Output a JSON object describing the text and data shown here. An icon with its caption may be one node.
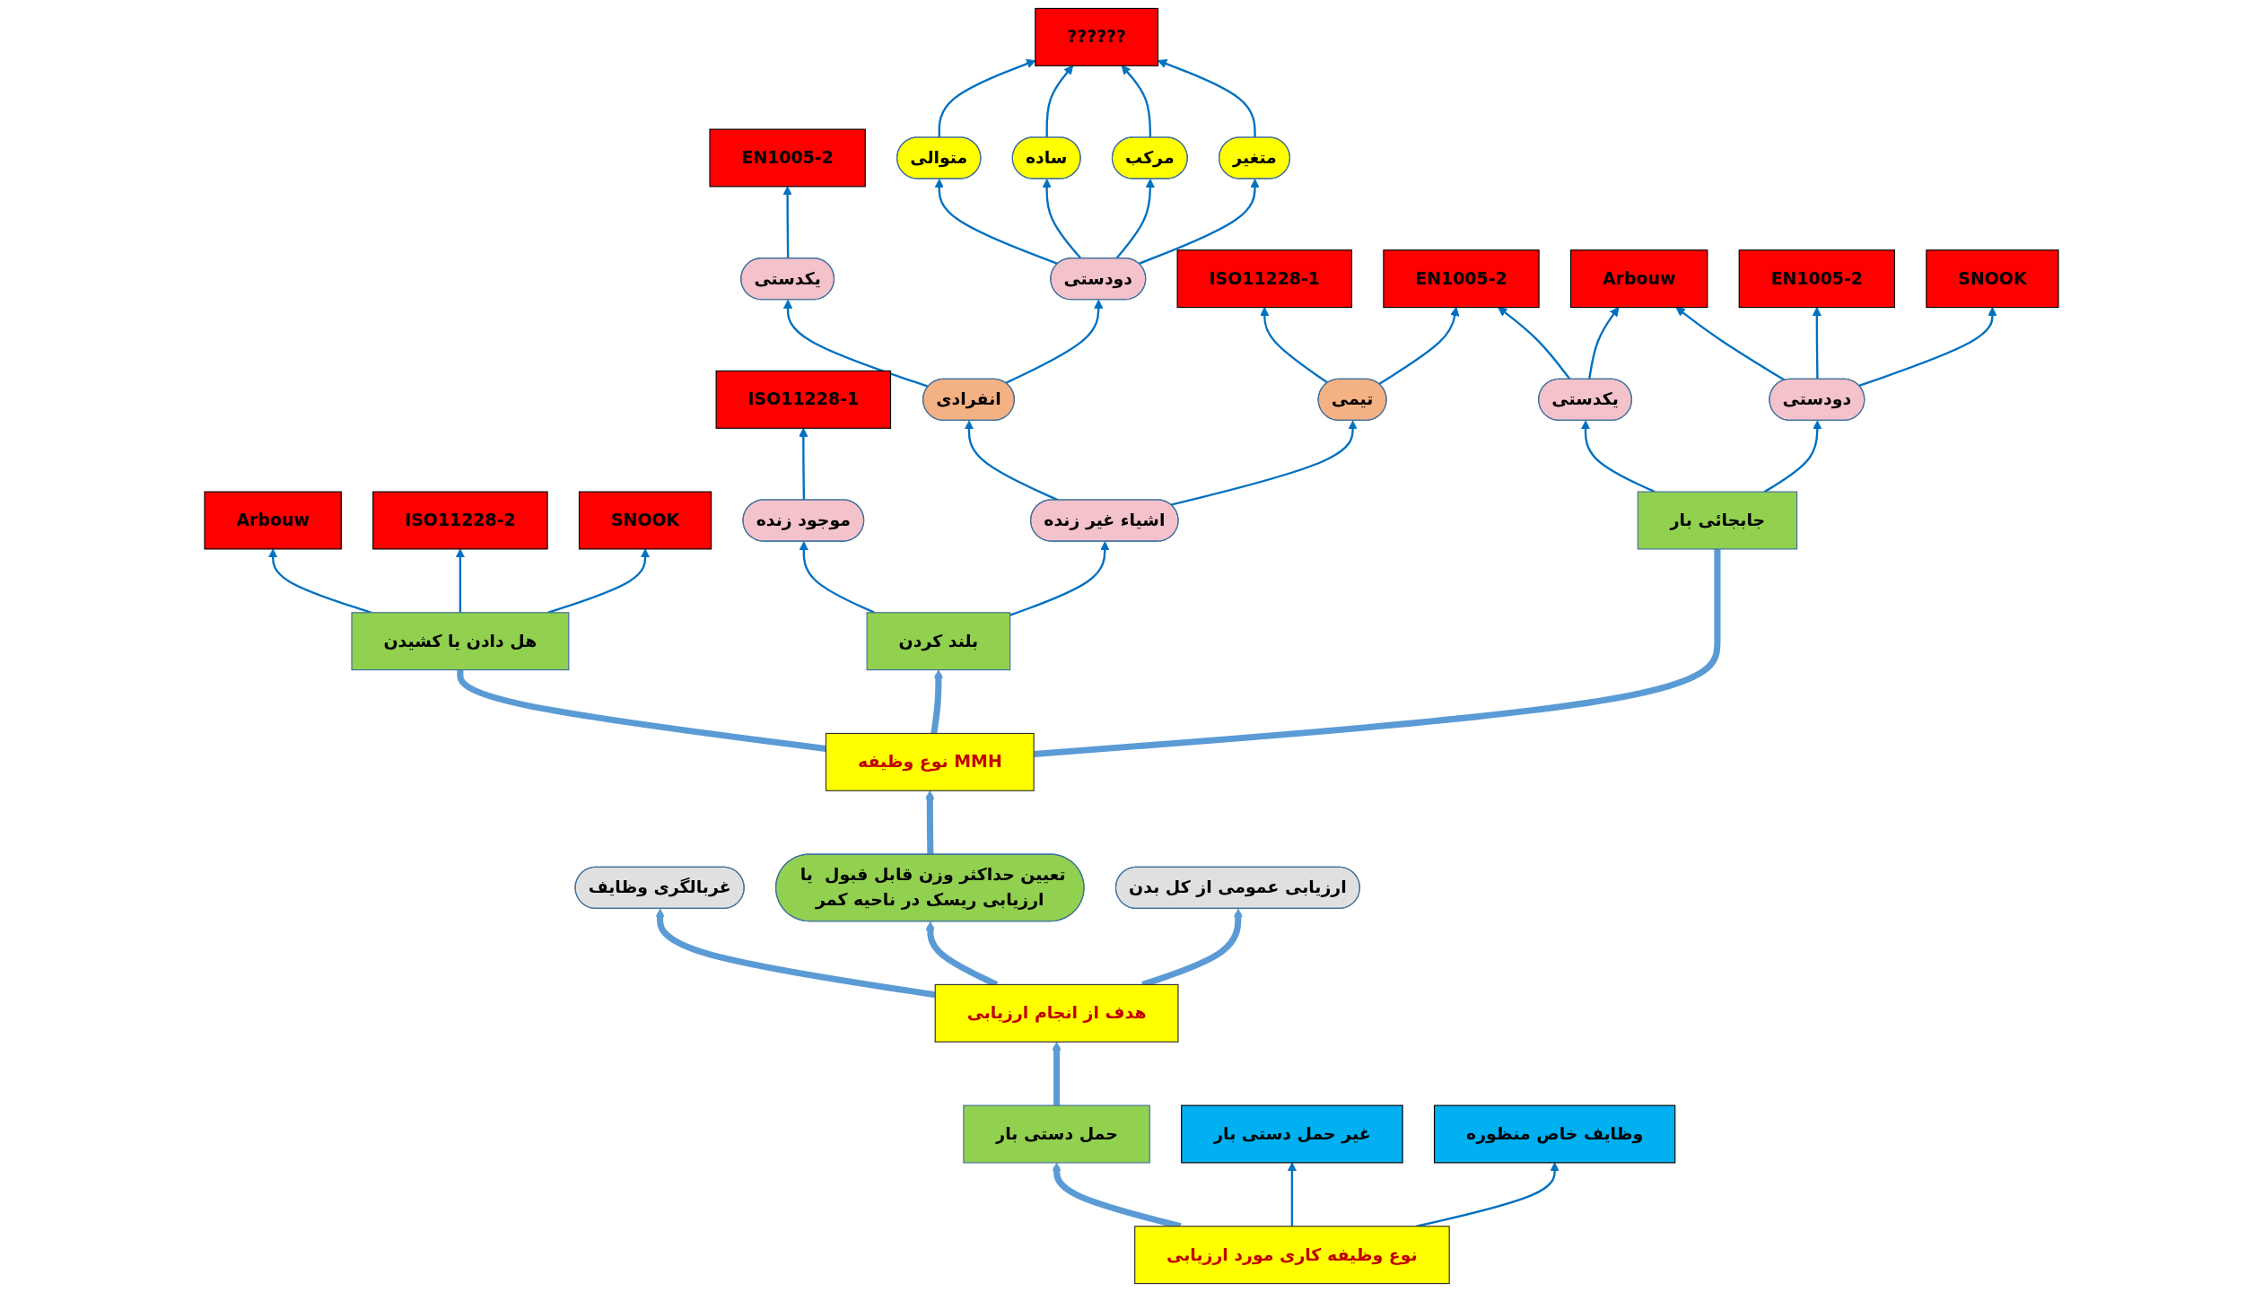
{
  "diagram": {
    "nodes": [
      {
        "text": [
          "نوع وظیفه کاری مورد ارزیابی"
        ]
      },
      {
        "text": [
          "غیر حمل دستی بار"
        ]
      },
      {
        "text": [
          "حمل دستی بار"
        ]
      },
      {
        "text": [
          "وظایف خاص منظوره"
        ]
      },
      {
        "text": [
          "هدف از انجام ارزیابی"
        ]
      },
      {
        "text": [
          "غربالگری وظایف"
        ]
      },
      {
        "text": [
          "تعیین حداکثر وزن قابل قبول  یا ارزیابی ریسک در ناحیه کمر"
        ]
      },
      {
        "text": [
          "ارزیابی عمومی از کل بدن"
        ]
      },
      {
        "text": [
          "نوع وظیفه  MMH"
        ]
      },
      {
        "text": [
          "هل دادن یا کشیدن"
        ]
      },
      {
        "text": [
          "بلند کردن"
        ]
      },
      {
        "text": [
          "جابجائی بار"
        ]
      },
      {
        "text": [
          "موجود زنده"
        ]
      },
      {
        "text": [
          "اشیاء غیر زنده"
        ]
      },
      {
        "text": [
          "انفرادی"
        ]
      },
      {
        "text": [
          "تیمی"
        ]
      },
      {
        "text": [
          "یکدستی"
        ]
      },
      {
        "text": [
          "دودستی"
        ]
      },
      {
        "text": [
          "یکدستی"
        ]
      },
      {
        "text": [
          "دودستی"
        ]
      },
      {
        "text": [
          "متوالی"
        ]
      },
      {
        "text": [
          "ساده"
        ]
      },
      {
        "text": [
          "مرکب"
        ]
      },
      {
        "text": [
          "متغیر"
        ]
      },
      {
        "text": [
          "??????"
        ]
      },
      {
        "text": [
          "Arbouw"
        ]
      },
      {
        "text": [
          "ISO11228-2"
        ]
      },
      {
        "text": [
          "SNOOK"
        ]
      },
      {
        "text": [
          "ISO11228-1"
        ]
      },
      {
        "text": [
          "EN1005-2"
        ]
      },
      {
        "text": [
          "ISO11228-1"
        ]
      },
      {
        "text": [
          "EN1005-2"
        ]
      },
      {
        "text": [
          "Arbouw"
        ]
      },
      {
        "text": [
          "SNOOK"
        ]
      },
      {
        "text": [
          "EN1005-2"
        ]
      }
    ],
    "edges": [
      {
        "from": 0,
        "to": 2,
        "arrow": "to",
        "style": "thick",
        "color": "#5b9bd5"
      },
      {
        "from": 0,
        "to": 1,
        "arrow": "to"
      },
      {
        "from": 0,
        "to": 3,
        "arrow": "to"
      },
      {
        "from": 2,
        "to": 4,
        "arrow": "to",
        "style": "thick",
        "color": "#5b9bd5"
      },
      {
        "from": 4,
        "to": 5,
        "arrow": "to",
        "style": "thick",
        "color": "#5b9bd5"
      },
      {
        "from": 4,
        "to": 6,
        "arrow": "to",
        "style": "thick",
        "color": "#5b9bd5"
      },
      {
        "from": 4,
        "to": 7,
        "arrow": "to",
        "style": "thick",
        "color": "#5b9bd5"
      },
      {
        "from": 6,
        "to": 8,
        "arrow": "to",
        "style": "thick",
        "color": "#5b9bd5"
      },
      {
        "from": 8,
        "to": 9,
        "arrow": "none",
        "style": "thick",
        "color": "#5b9bd5"
      },
      {
        "from": 8,
        "to": 10,
        "arrow": "to",
        "style": "thick",
        "color": "#5b9bd5"
      },
      {
        "from": 8,
        "to": 11,
        "arrow": "none",
        "style": "thick",
        "color": "#5b9bd5"
      },
      {
        "from": 9,
        "to": 25,
        "arrow": "to"
      },
      {
        "from": 9,
        "to": 26,
        "arrow": "to"
      },
      {
        "from": 9,
        "to": 27,
        "arrow": "to"
      },
      {
        "from": 10,
        "to": 12,
        "arrow": "to"
      },
      {
        "from": 10,
        "to": 13,
        "arrow": "to"
      },
      {
        "from": 12,
        "to": 28,
        "arrow": "to"
      },
      {
        "from": 13,
        "to": 14,
        "arrow": "to"
      },
      {
        "from": 13,
        "to": 15,
        "arrow": "to"
      },
      {
        "from": 14,
        "to": 16,
        "arrow": "to"
      },
      {
        "from": 14,
        "to": 17,
        "arrow": "to"
      },
      {
        "from": 16,
        "to": 29,
        "arrow": "to"
      },
      {
        "from": 17,
        "to": 20,
        "arrow": "to"
      },
      {
        "from": 17,
        "to": 21,
        "arrow": "to"
      },
      {
        "from": 17,
        "to": 22,
        "arrow": "to"
      },
      {
        "from": 17,
        "to": 23,
        "arrow": "to"
      },
      {
        "from": 20,
        "to": 24,
        "arrow": "to"
      },
      {
        "from": 21,
        "to": 24,
        "arrow": "to"
      },
      {
        "from": 22,
        "to": 24,
        "arrow": "to"
      },
      {
        "from": 23,
        "to": 24,
        "arrow": "to"
      },
      {
        "from": 15,
        "to": 30,
        "arrow": "to"
      },
      {
        "from": 15,
        "to": 31,
        "arrow": "to"
      },
      {
        "from": 11,
        "to": 18,
        "arrow": "to"
      },
      {
        "from": 11,
        "to": 19,
        "arrow": "to"
      },
      {
        "from": 18,
        "to": 31,
        "arrow": "to"
      },
      {
        "from": 18,
        "to": 32,
        "arrow": "to"
      },
      {
        "from": 19,
        "to": 32,
        "arrow": "to"
      },
      {
        "from": 19,
        "to": 34,
        "arrow": "to"
      },
      {
        "from": 19,
        "to": 33,
        "arrow": "to"
      }
    ]
  }
}
